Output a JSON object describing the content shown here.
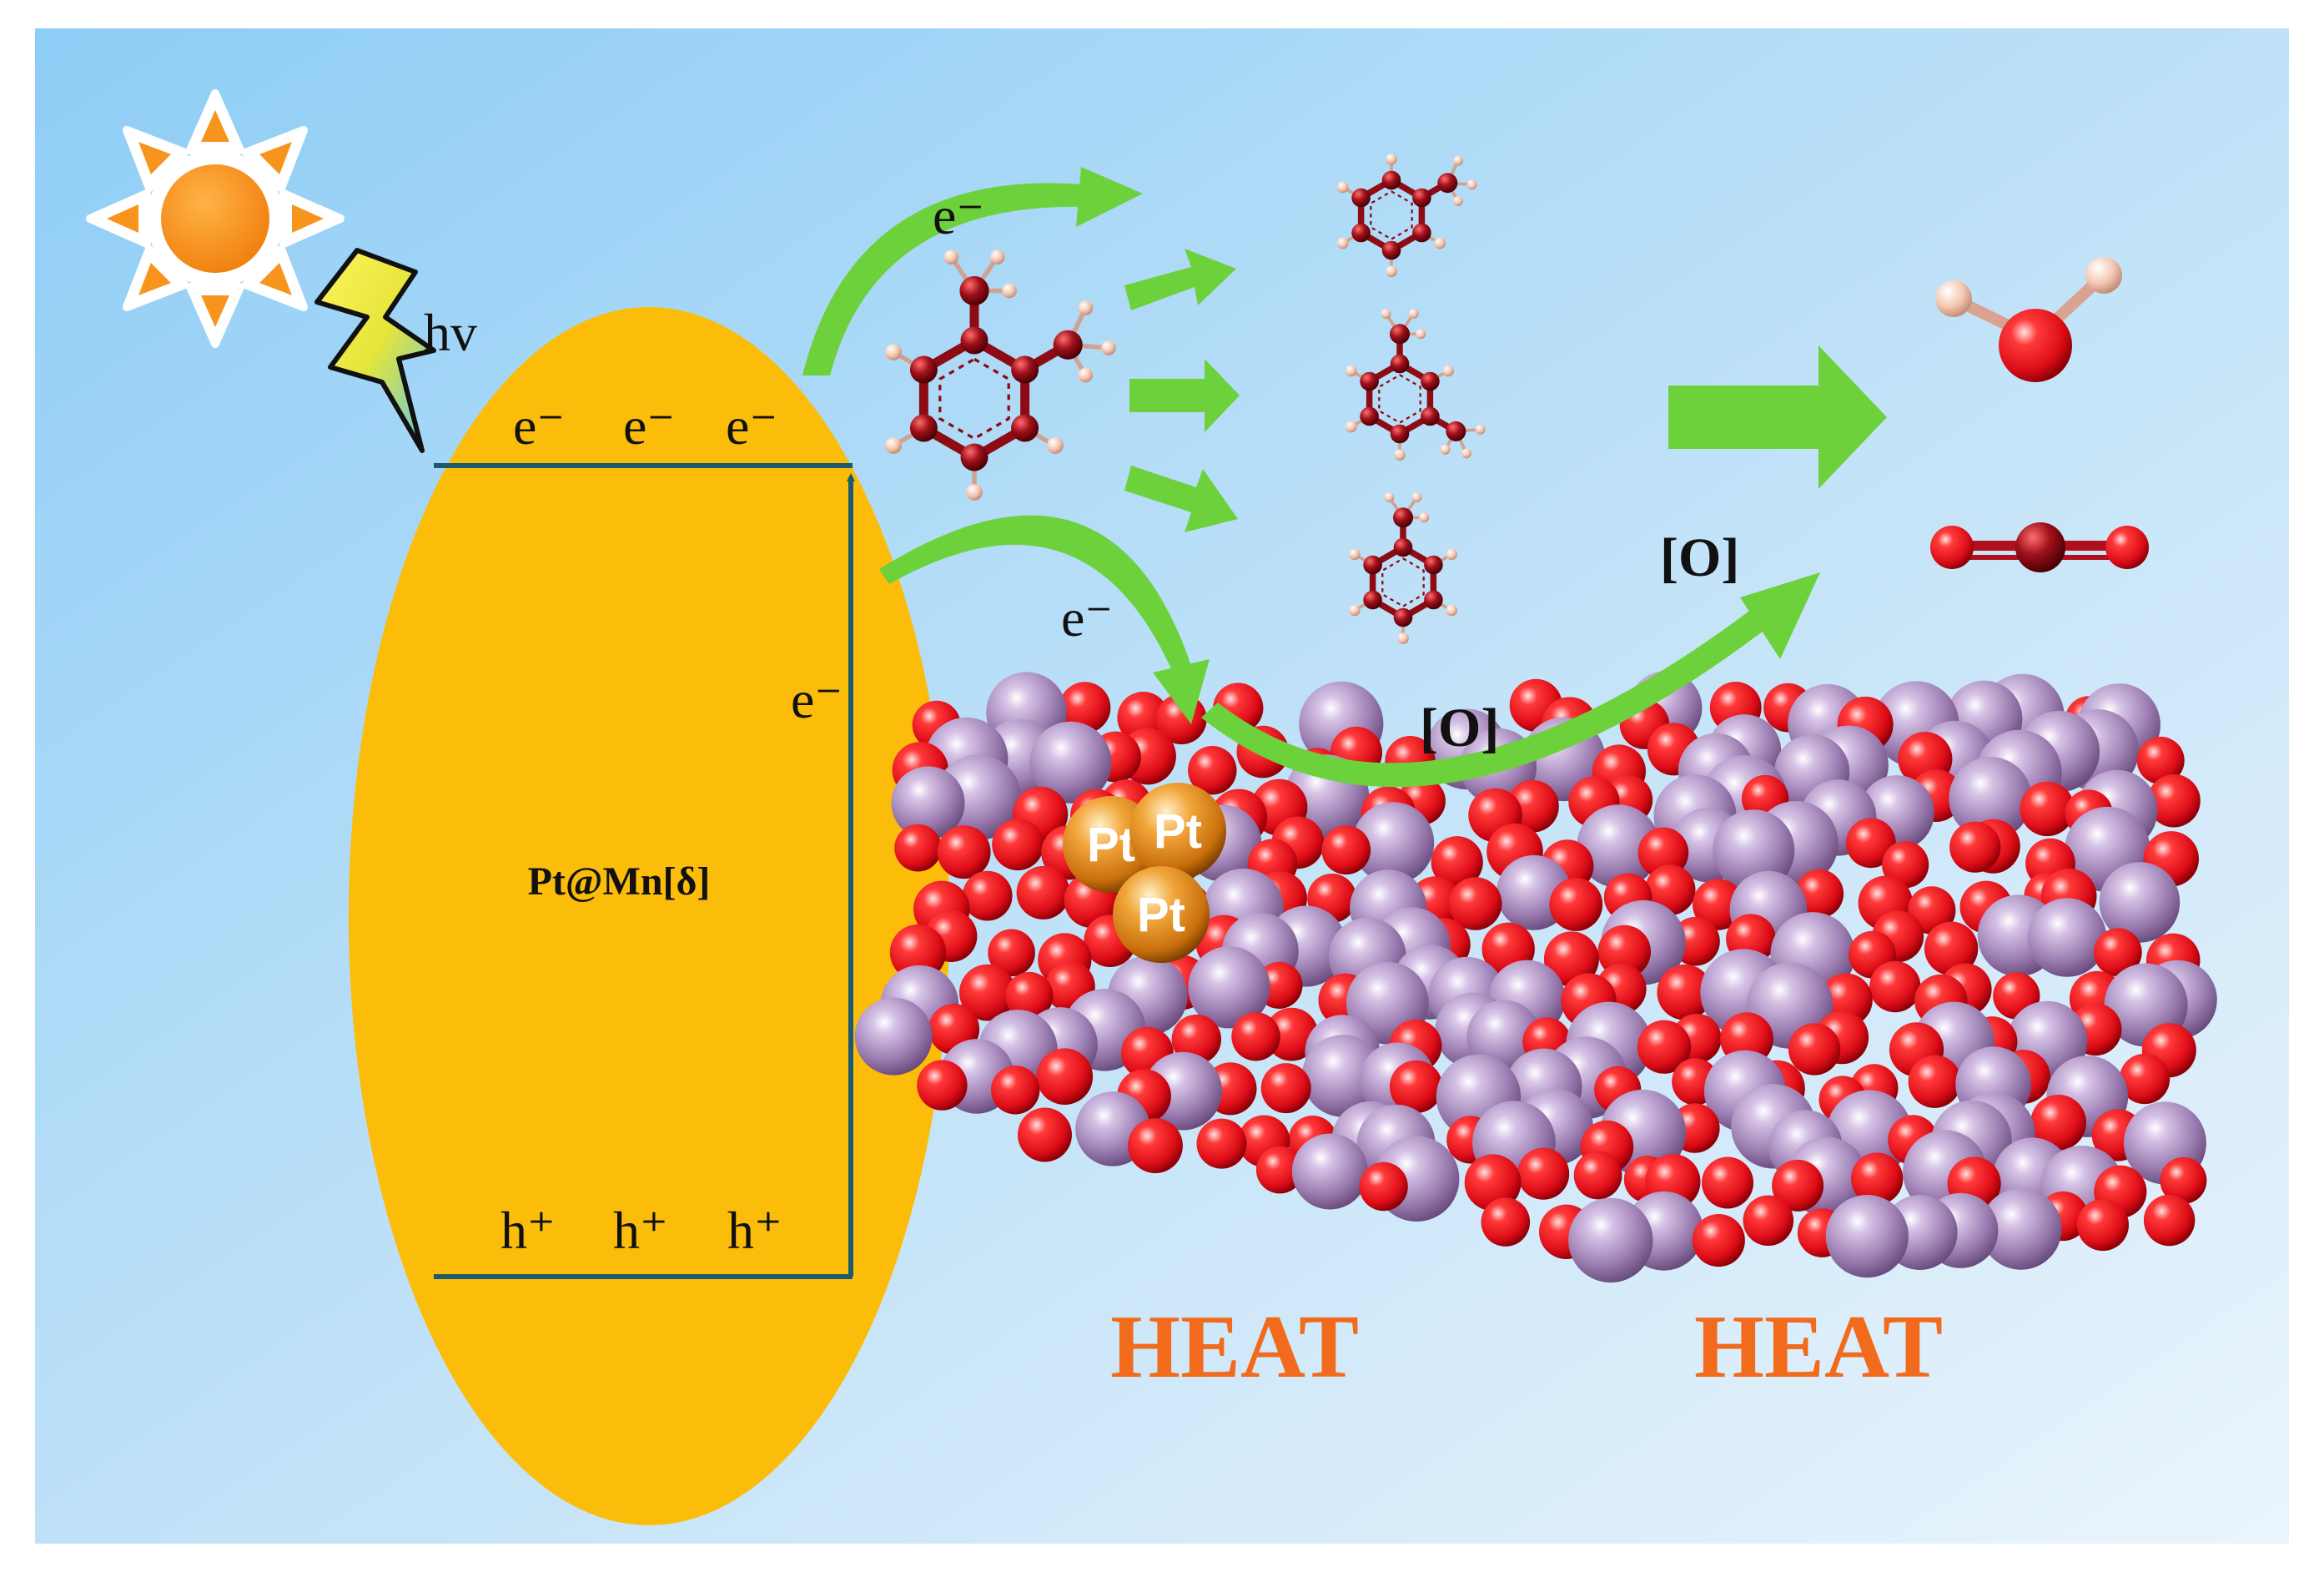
{
  "labels": {
    "light": "hv",
    "cb_electron_1": "e⁻",
    "cb_electron_2": "e⁻",
    "cb_electron_3": "e⁻",
    "vb_hole_1": "h⁺",
    "vb_hole_2": "h⁺",
    "vb_hole_3": "h⁺",
    "excitation_electron": "e⁻",
    "transfer_electron_upper": "e⁻",
    "transfer_electron_lower": "e⁻",
    "catalyst": "Pt@Mn[δ]",
    "oxygen_lower": "[O]",
    "oxygen_upper": "[O]",
    "heat_left": "HEAT",
    "heat_right": "HEAT",
    "pt_1": "Pt",
    "pt_2": "Pt",
    "pt_3": "Pt"
  },
  "colors": {
    "background_top": "#8ecdf6",
    "background_bottom": "#eaf4fc",
    "semiconductor": "#fbbd0a",
    "band_line": "#1e5a6e",
    "green_arrow": "#6dd13c",
    "heat_text": "#f26a1b",
    "sun": "#f7941d",
    "oxygen_atom": "#e8141e",
    "manganese_atom": "#9a7bb0",
    "platinum_atom": "#e08a1e",
    "carbon_atom": "#9a0d18",
    "hydrogen_atom": "#f7c9b4"
  }
}
